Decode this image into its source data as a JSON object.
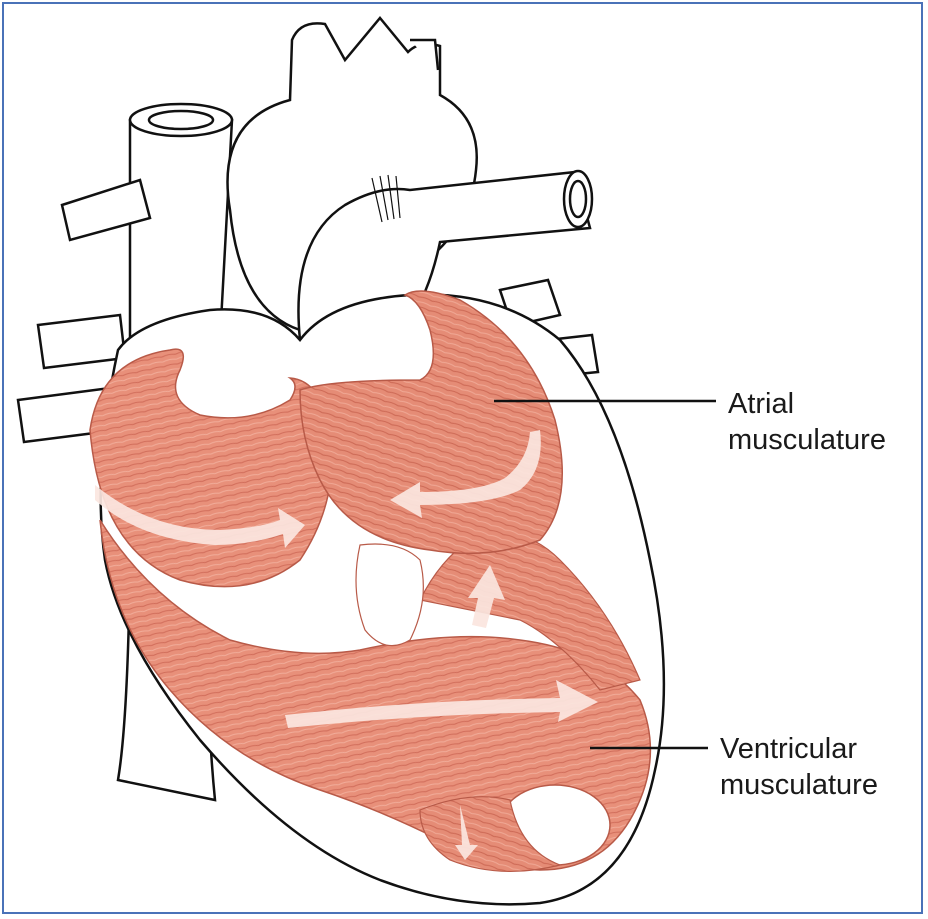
{
  "labels": {
    "atrial": {
      "line1": "Atrial",
      "line2": "musculature"
    },
    "ventricular": {
      "line1": "Ventricular",
      "line2": "musculature"
    }
  },
  "colors": {
    "frame_border": "#4a72b8",
    "outline": "#111111",
    "muscle": "#e8907a",
    "muscle_dark": "#c8604e",
    "muscle_light": "#f4b4a2",
    "arrow": "#fbe6df"
  }
}
